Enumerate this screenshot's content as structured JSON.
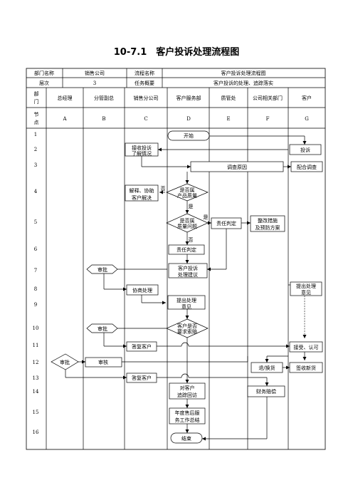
{
  "title": "10-7.1　客户投诉处理流程图",
  "header": {
    "dept_label": "部门名称",
    "dept_value": "销售公司",
    "flow_label": "流程名称",
    "flow_value": "客户投诉处理流程图",
    "level_label": "层次",
    "level_value": "3",
    "task_label": "任务概要",
    "task_value": "客户投诉的处理、追踪落实",
    "dept_col_label": "部门",
    "node_col_label": "节点"
  },
  "departments": [
    "总经理",
    "分管副总",
    "销售分公司",
    "客户服务部",
    "质管处",
    "公司相关部门",
    "客户"
  ],
  "columns": [
    "A",
    "B",
    "C",
    "D",
    "E",
    "F",
    "G"
  ],
  "rows": [
    "1",
    "2",
    "3",
    "4",
    "5",
    "6",
    "7",
    "8",
    "9",
    "10",
    "11",
    "12",
    "13",
    "14",
    "15",
    "16"
  ],
  "nodes": {
    "start": "开始",
    "receive_complaint": "接收投诉了解情况",
    "complaint": "投诉",
    "investigate": "调查原因",
    "cooperate": "配合调查",
    "explain": "解释、协助客户解决",
    "is_product_issue": "是否属产品质量",
    "yes1": "是",
    "no1": "否",
    "is_quality_issue": "是否属质量问题",
    "yes2": "是",
    "no2": "否",
    "responsibility": "责任判定",
    "corrective": "整改措施及预防方案",
    "resp_judge": "责任判定",
    "approve1": "审批",
    "complaint_handling": "客户投诉处理建议",
    "propose_solution": "提出处理意见",
    "negotiate": "协商处理",
    "submit_opinion": "提出处理意见",
    "approve2": "审批",
    "customer_ask": "客户是否要求索赔",
    "reply1": "答复客户",
    "accept": "接受、认可",
    "approve3": "审批",
    "review": "审核",
    "return_goods": "退/换货",
    "receive_goods": "签收新货",
    "reply2": "答复客户",
    "finance": "财务赔偿",
    "followup": "对客户追踪回访",
    "annual": "年度售后服务工作总结",
    "end": "结束"
  }
}
